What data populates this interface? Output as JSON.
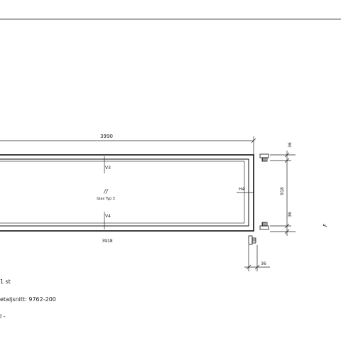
{
  "dimensions": {
    "overall_width": "3990",
    "inner_width": "3918",
    "frame_height": "918",
    "top_profile": "36",
    "bottom_profile": "36",
    "side_profile": "36"
  },
  "labels": {
    "top_section": "V3",
    "bottom_section": "V4",
    "right_section": "H4",
    "glass_hatch": "//",
    "glass_type": "Glas Typ 3",
    "mark": "F"
  },
  "notes": {
    "quantity": "1 st",
    "detail": "etaljsnitt: 9762-200",
    "other": "l -"
  }
}
